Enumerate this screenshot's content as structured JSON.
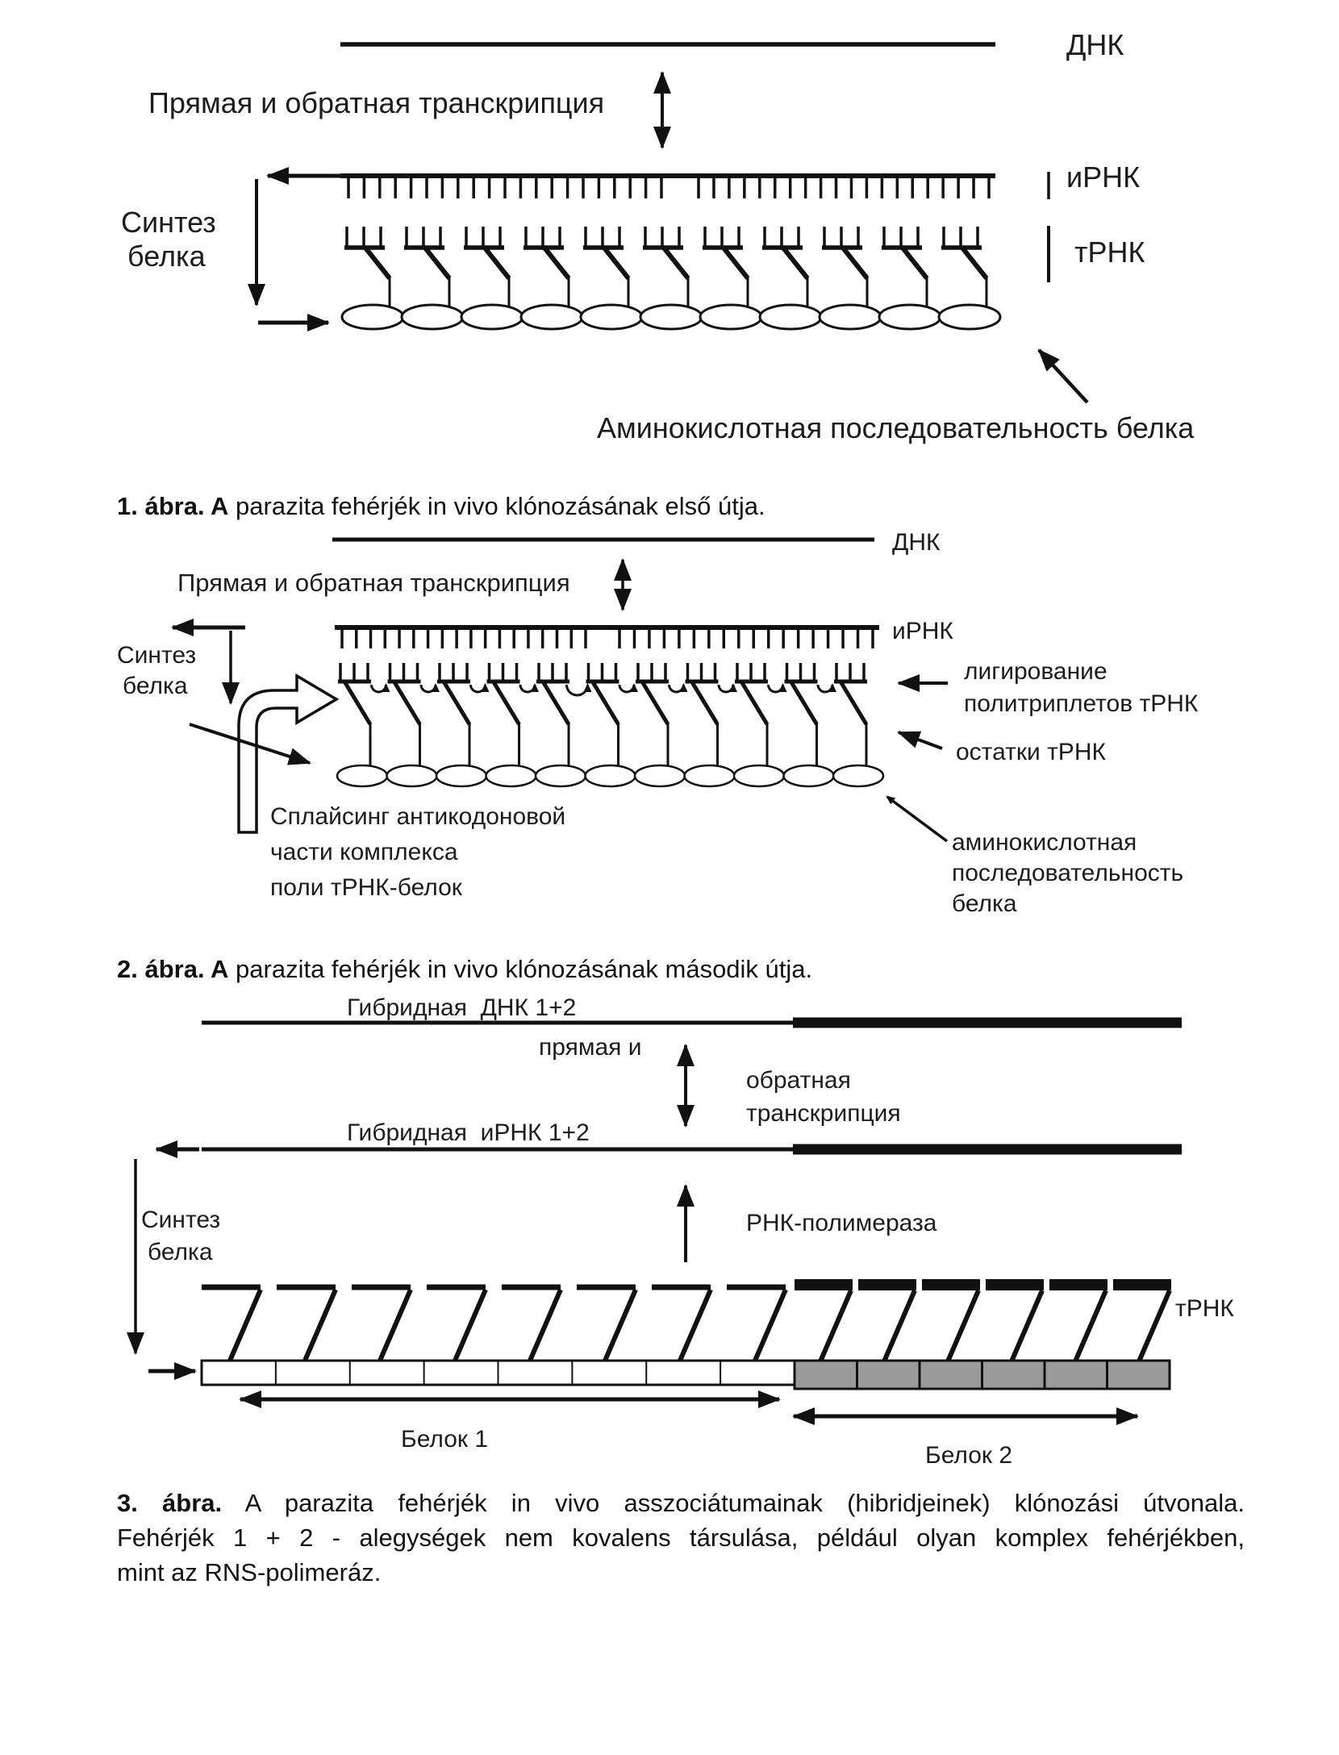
{
  "colors": {
    "ink": "#111111",
    "gray_fill": "#9a9a9a",
    "background": "#ffffff"
  },
  "figure1": {
    "labels": {
      "dna": "ДНК",
      "mrna": "иРНК",
      "trna": "тРНК",
      "transcription": "Прямая и обратная транскрипция",
      "synthesis_line1": "Синтез",
      "synthesis_line2": "белка",
      "amino_acid_sequence": "Аминокислотная последовательность белка"
    },
    "caption": {
      "lead": "1. ábra. A",
      "rest": " parazita fehérjék in vivo klónozásának első útja."
    }
  },
  "figure2": {
    "labels": {
      "dna": "ДНК",
      "mrna": "иРНК",
      "transcription": "Прямая и обратная транскрипция",
      "synthesis_line1": "Синтез",
      "synthesis_line2": "белка",
      "ligation_line1": "лигирование",
      "ligation_line2": "политриплетов тРНК",
      "trna_residues": "остатки тРНК",
      "splicing_line1": "Сплайсинг антикодоновой",
      "splicing_line2": "части комплекса",
      "splicing_line3": "поли тРНК-белок",
      "amino_line1": "аминокислотная",
      "amino_line2": "последовательность",
      "amino_line3": "белка"
    },
    "caption": {
      "lead": "2. ábra. A",
      "rest": " parazita fehérjék in vivo klónozásának második útja."
    }
  },
  "figure3": {
    "labels": {
      "hybrid_dna": "Гибридная  ДНК 1+2",
      "hybrid_mrna": "Гибридная  иРНК 1+2",
      "direct": "прямая и",
      "reverse_line1": "обратная",
      "reverse_line2": "транскрипция",
      "rna_polymerase": "РНК-полимераза",
      "synthesis_line1": "Синтез",
      "synthesis_line2": "белка",
      "trna": "тРНК",
      "protein1": "Белок 1",
      "protein2": "Белок 2"
    },
    "caption": {
      "lead": "3. ábra.",
      "line1_rest": " A parazita fehérjék in vivo asszociátumainak (hibridjeinek) klónozási útvonala.",
      "line2": "Fehérjék 1 + 2 - alegységek nem kovalens társulása, például olyan komplex fehérjékben,",
      "line3": "mint az RNS-polimeráz."
    }
  }
}
